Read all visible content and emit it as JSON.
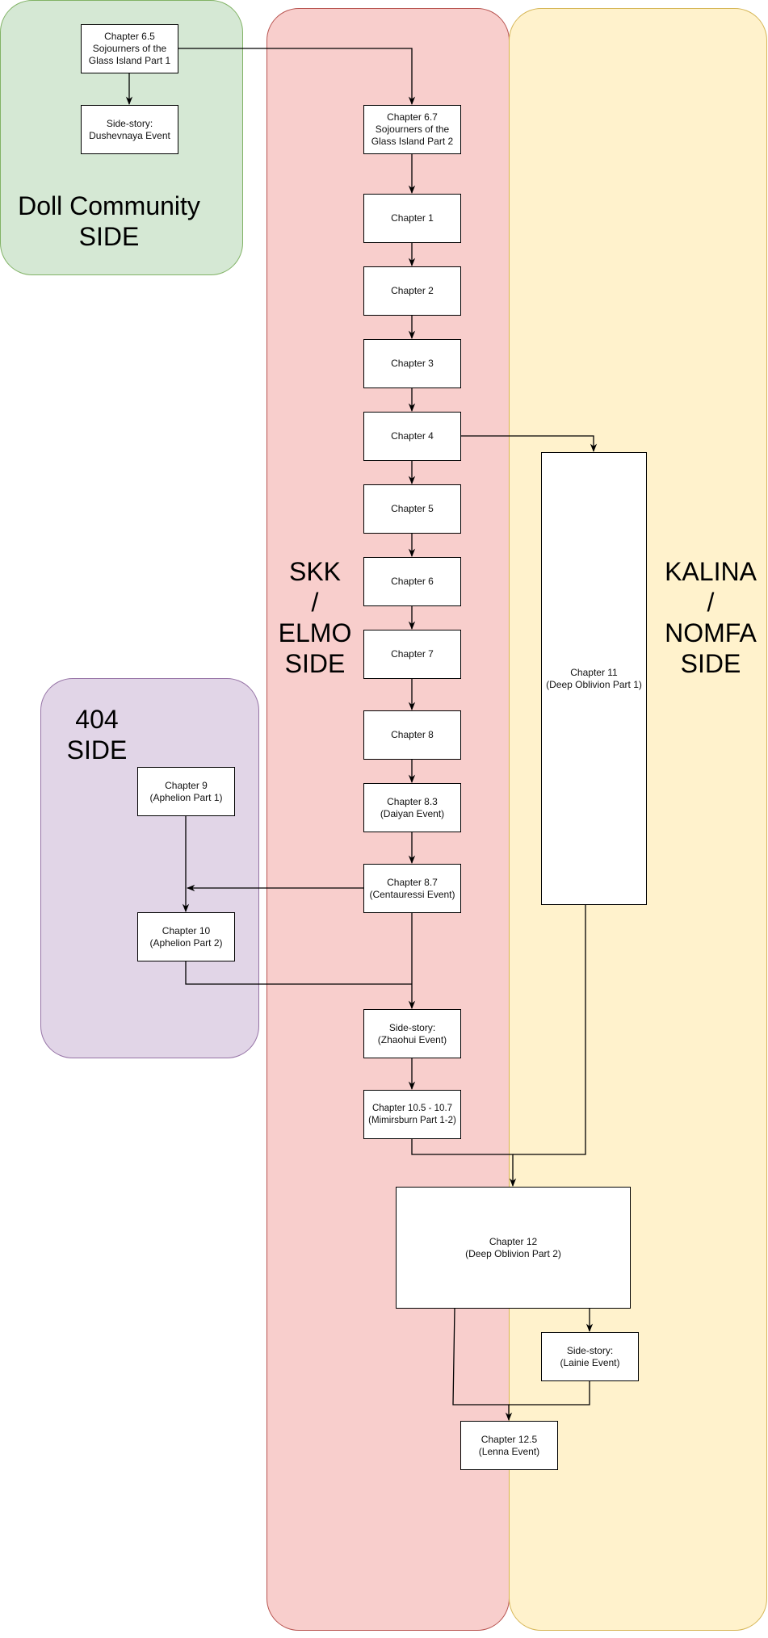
{
  "lanes": {
    "doll_community": "Doll Community\nSIDE",
    "skk_elmo": "SKK\n/\nELMO\nSIDE",
    "kalina_nomfa": "KALINA\n/\nNOMFA\nSIDE",
    "side_404": "404\nSIDE"
  },
  "colors": {
    "doll_community_fill": "#d5e8d4",
    "skk_elmo_fill": "#f8cecc",
    "kalina_nomfa_fill": "#fff2cc",
    "side_404_fill": "#e1d5e7"
  },
  "nodes": {
    "ch6_5": "Chapter 6.5\nSojourners of the\nGlass Island Part 1",
    "dushevnaya": "Side-story:\nDushevnaya Event",
    "ch6_7": "Chapter 6.7\nSojourners of the\nGlass Island Part 2",
    "ch1": "Chapter 1",
    "ch2": "Chapter 2",
    "ch3": "Chapter 3",
    "ch4": "Chapter 4",
    "ch5": "Chapter 5",
    "ch6": "Chapter 6",
    "ch7": "Chapter 7",
    "ch8": "Chapter 8",
    "ch8_3": "Chapter 8.3\n(Daiyan Event)",
    "ch8_7": "Chapter 8.7\n(Centauressi Event)",
    "ch9": "Chapter 9\n(Aphelion Part 1)",
    "ch10": "Chapter 10\n(Aphelion Part 2)",
    "zhaohui": "Side-story:\n(Zhaohui Event)",
    "ch10_5": "Chapter 10.5 - 10.7\n(Mimirsburn Part 1-2)",
    "ch11": "Chapter 11\n(Deep Oblivion Part 1)",
    "ch12": "Chapter 12\n(Deep Oblivion Part 2)",
    "lainie": "Side-story:\n(Lainie Event)",
    "ch12_5": "Chapter 12.5\n(Lenna Event)"
  },
  "edges": [
    {
      "from": "ch6_5",
      "to": "dushevnaya"
    },
    {
      "from": "ch6_5",
      "to": "ch6_7"
    },
    {
      "from": "ch6_7",
      "to": "ch1"
    },
    {
      "from": "ch1",
      "to": "ch2"
    },
    {
      "from": "ch2",
      "to": "ch3"
    },
    {
      "from": "ch3",
      "to": "ch4"
    },
    {
      "from": "ch4",
      "to": "ch5"
    },
    {
      "from": "ch4",
      "to": "ch11"
    },
    {
      "from": "ch5",
      "to": "ch6"
    },
    {
      "from": "ch6",
      "to": "ch7"
    },
    {
      "from": "ch7",
      "to": "ch8"
    },
    {
      "from": "ch8",
      "to": "ch8_3"
    },
    {
      "from": "ch8_3",
      "to": "ch8_7"
    },
    {
      "from": "ch8_7",
      "to": "ch10"
    },
    {
      "from": "ch9",
      "to": "ch10"
    },
    {
      "from": "ch8_7",
      "to": "zhaohui"
    },
    {
      "from": "ch10",
      "to": "zhaohui"
    },
    {
      "from": "zhaohui",
      "to": "ch10_5"
    },
    {
      "from": "ch10_5",
      "to": "ch12"
    },
    {
      "from": "ch11",
      "to": "ch12"
    },
    {
      "from": "ch12",
      "to": "lainie"
    },
    {
      "from": "ch12",
      "to": "ch12_5"
    },
    {
      "from": "lainie",
      "to": "ch12_5"
    }
  ]
}
